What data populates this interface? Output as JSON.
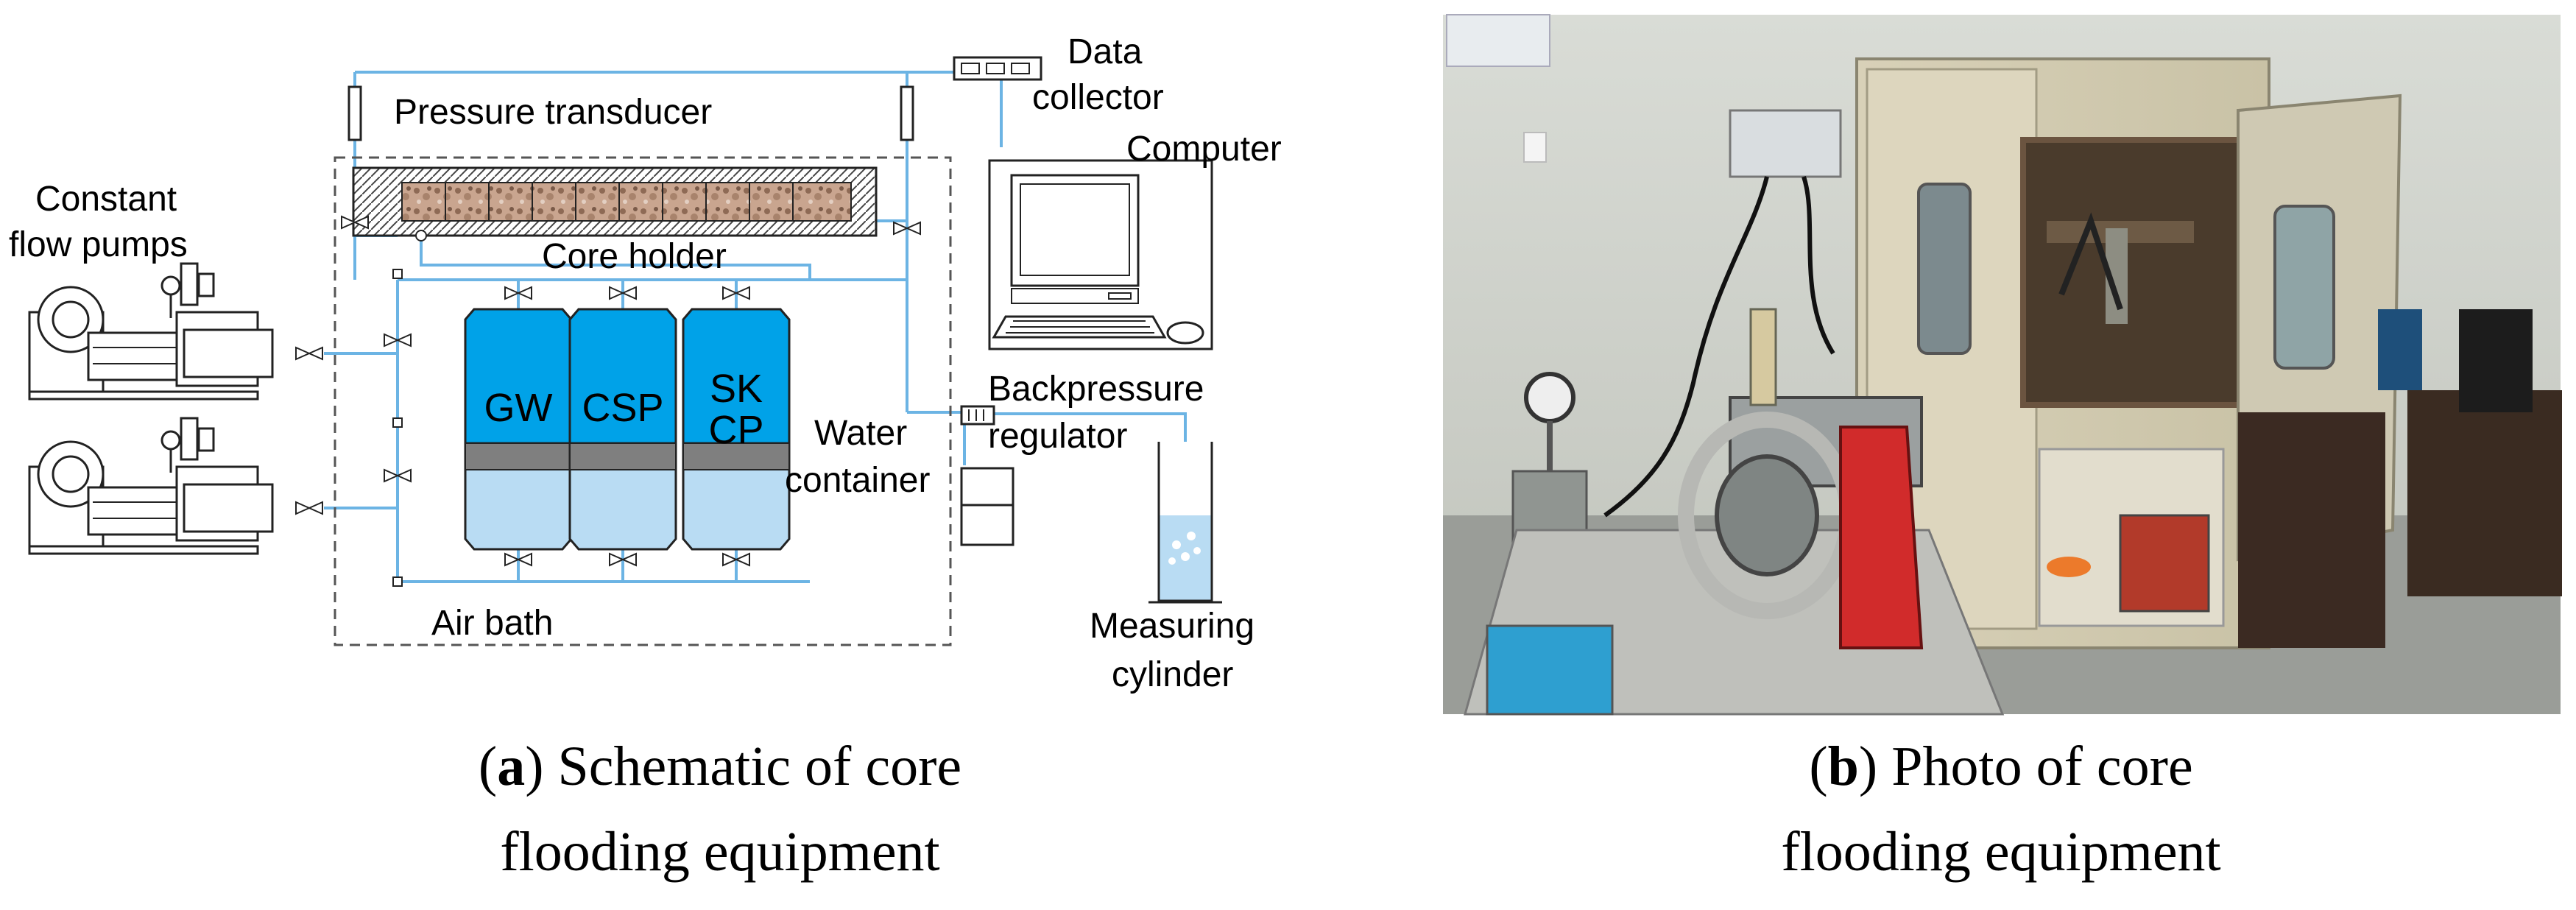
{
  "schematic": {
    "labels": {
      "data_collector_1": "Data",
      "data_collector_2": "collector",
      "pressure_transducer": "Pressure transducer",
      "computer": "Computer",
      "constant_flow_1": "Constant",
      "constant_flow_2": "flow pumps",
      "core_holder": "Core holder",
      "backpressure_1": "Backpressure",
      "backpressure_2": "regulator",
      "water_container_1": "Water",
      "water_container_2": "container",
      "air_bath": "Air bath",
      "measuring_1": "Measuring",
      "measuring_2": "cylinder"
    },
    "cylinders": [
      {
        "line1": "GW",
        "line2": ""
      },
      {
        "line1": "CSP",
        "line2": ""
      },
      {
        "line1": "SK",
        "line2": "CP"
      }
    ]
  },
  "captions": {
    "a_prefix": "(",
    "a_letter": "a",
    "a_line1": ") Schematic of core",
    "a_line2": "flooding equipment",
    "b_prefix": "(",
    "b_letter": "b",
    "b_line1": ") Photo of core",
    "b_line2": "flooding equipment"
  },
  "colors": {
    "pipe": "#6cb4e4",
    "fluid": "#00a2e8",
    "fluid_light": "#b9dcf3",
    "piston": "#7f7f7f"
  }
}
